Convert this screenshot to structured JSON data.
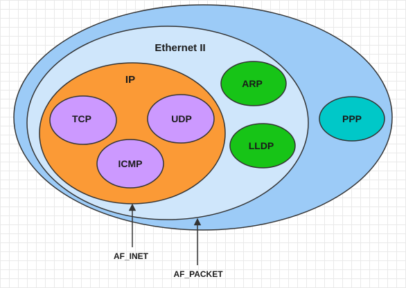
{
  "diagram": {
    "regions": {
      "outer": {
        "label": "",
        "fill": "#9ccbf7"
      },
      "ethernet": {
        "label": "Ethernet II",
        "fill": "#cfe6fb"
      },
      "ip": {
        "label": "IP",
        "fill": "#fb9a36"
      },
      "tcp": {
        "label": "TCP",
        "fill": "#cc99ff"
      },
      "udp": {
        "label": "UDP",
        "fill": "#cc99ff"
      },
      "icmp": {
        "label": "ICMP",
        "fill": "#cc99ff"
      },
      "arp": {
        "label": "ARP",
        "fill": "#17c417"
      },
      "lldp": {
        "label": "LLDP",
        "fill": "#17c417"
      },
      "ppp": {
        "label": "PPP",
        "fill": "#00c8c8"
      }
    },
    "annotations": {
      "af_inet": "AF_INET",
      "af_packet": "AF_PACKET"
    },
    "colors": {
      "stroke": "#333333",
      "grid": "#e9e9e9"
    }
  }
}
